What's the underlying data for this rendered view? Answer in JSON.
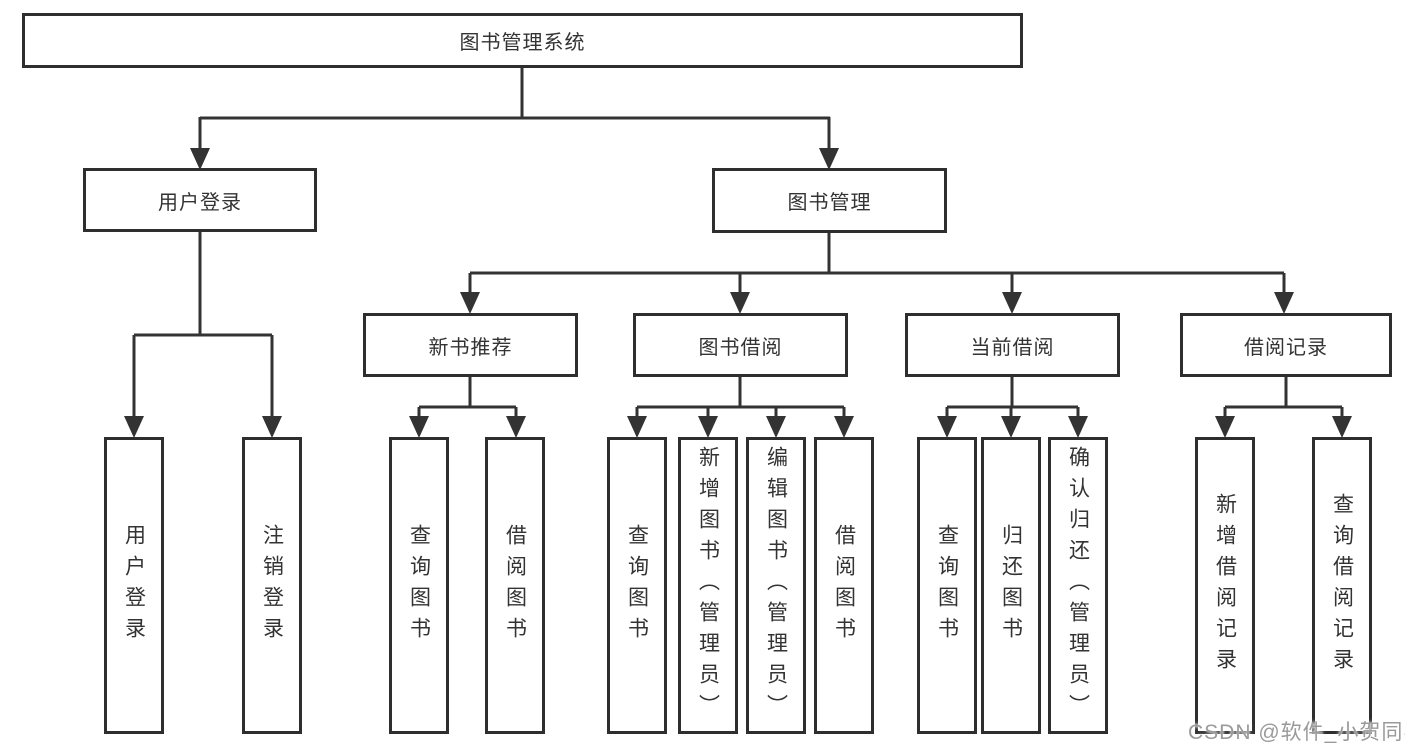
{
  "diagram": {
    "root": {
      "label": "图书管理系统"
    },
    "branches": [
      {
        "label": "用户登录",
        "children": [
          {
            "label": "用户登录"
          },
          {
            "label": "注销登录"
          }
        ]
      },
      {
        "label": "图书管理",
        "children": [
          {
            "label": "新书推荐",
            "children": [
              {
                "label": "查询图书"
              },
              {
                "label": "借阅图书"
              }
            ]
          },
          {
            "label": "图书借阅",
            "children": [
              {
                "label": "查询图书"
              },
              {
                "label": "新增图书（管理员）"
              },
              {
                "label": "编辑图书（管理员）"
              },
              {
                "label": "借阅图书"
              }
            ]
          },
          {
            "label": "当前借阅",
            "children": [
              {
                "label": "查询图书"
              },
              {
                "label": "归还图书"
              },
              {
                "label": "确认归还（管理员）"
              }
            ]
          },
          {
            "label": "借阅记录",
            "children": [
              {
                "label": "新增借阅记录"
              },
              {
                "label": "查询借阅记录"
              }
            ]
          }
        ]
      }
    ]
  },
  "watermark": {
    "text": "CSDN @软件_小贺同学"
  },
  "colors": {
    "line": "#333333",
    "border": "#2e2e2e",
    "text": "#333333",
    "background": "#ffffff",
    "watermark": "#9a9a9a"
  }
}
